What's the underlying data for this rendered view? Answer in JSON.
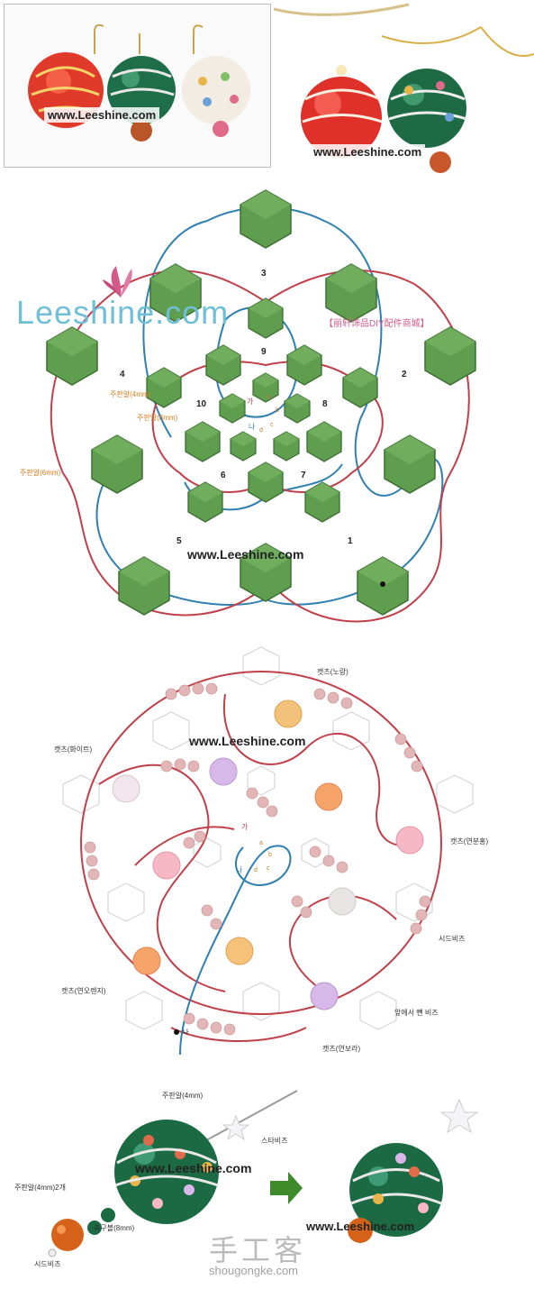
{
  "watermarks": {
    "photo_left": "www.Leeshine.com",
    "photo_right": "www.Leeshine.com",
    "diagram1": "www.Leeshine.com",
    "diagram2": "www.Leeshine.com",
    "bottom_left": "www.Leeshine.com",
    "bottom_right": "www.Leeshine.com"
  },
  "brand": {
    "logo_text": "Leeshine.com",
    "store_name": "【丽轩饰品DIY配件商城】"
  },
  "diagram1": {
    "section_numbers": [
      "1",
      "2",
      "3",
      "4",
      "5",
      "6",
      "7",
      "8",
      "9",
      "10"
    ],
    "label_4mm_a": "주판알(4mm)",
    "label_3mm": "주판알(3mm)",
    "label_6mm": "주판알(6mm)",
    "start_ga": "가",
    "start_na": "나",
    "center_letters": [
      "a",
      "b",
      "c",
      "d"
    ]
  },
  "diagram2": {
    "label_yellow": "캣츠(노랑)",
    "label_white": "캣츠(화이트)",
    "label_pink": "캣츠(연분홍)",
    "label_seed": "시드비즈",
    "label_orange": "캣츠(연오렌지)",
    "label_through": "앞에서 뺀 비즈",
    "label_purple": "캣츠(연보라)",
    "start_ga": "가",
    "start_na": "나",
    "start_mark": "나",
    "center_letters": [
      "a",
      "b",
      "c",
      "d"
    ]
  },
  "assembly": {
    "label_4mm": "주판알(4mm)",
    "label_star": "스타비즈",
    "label_4mm_12": "주판알(4mm)2개",
    "label_8mm": "축구볼(8mm)",
    "label_seed": "시드비즈"
  },
  "site": {
    "brand_cn": "手工客",
    "domain": "shougongke.com"
  },
  "colors": {
    "green_bead": "#5a9a4a",
    "red_thread": "#c0404a",
    "blue_thread": "#2f7fb0",
    "orange_label": "#d97a1a",
    "pink_logo": "#d45a8a"
  }
}
